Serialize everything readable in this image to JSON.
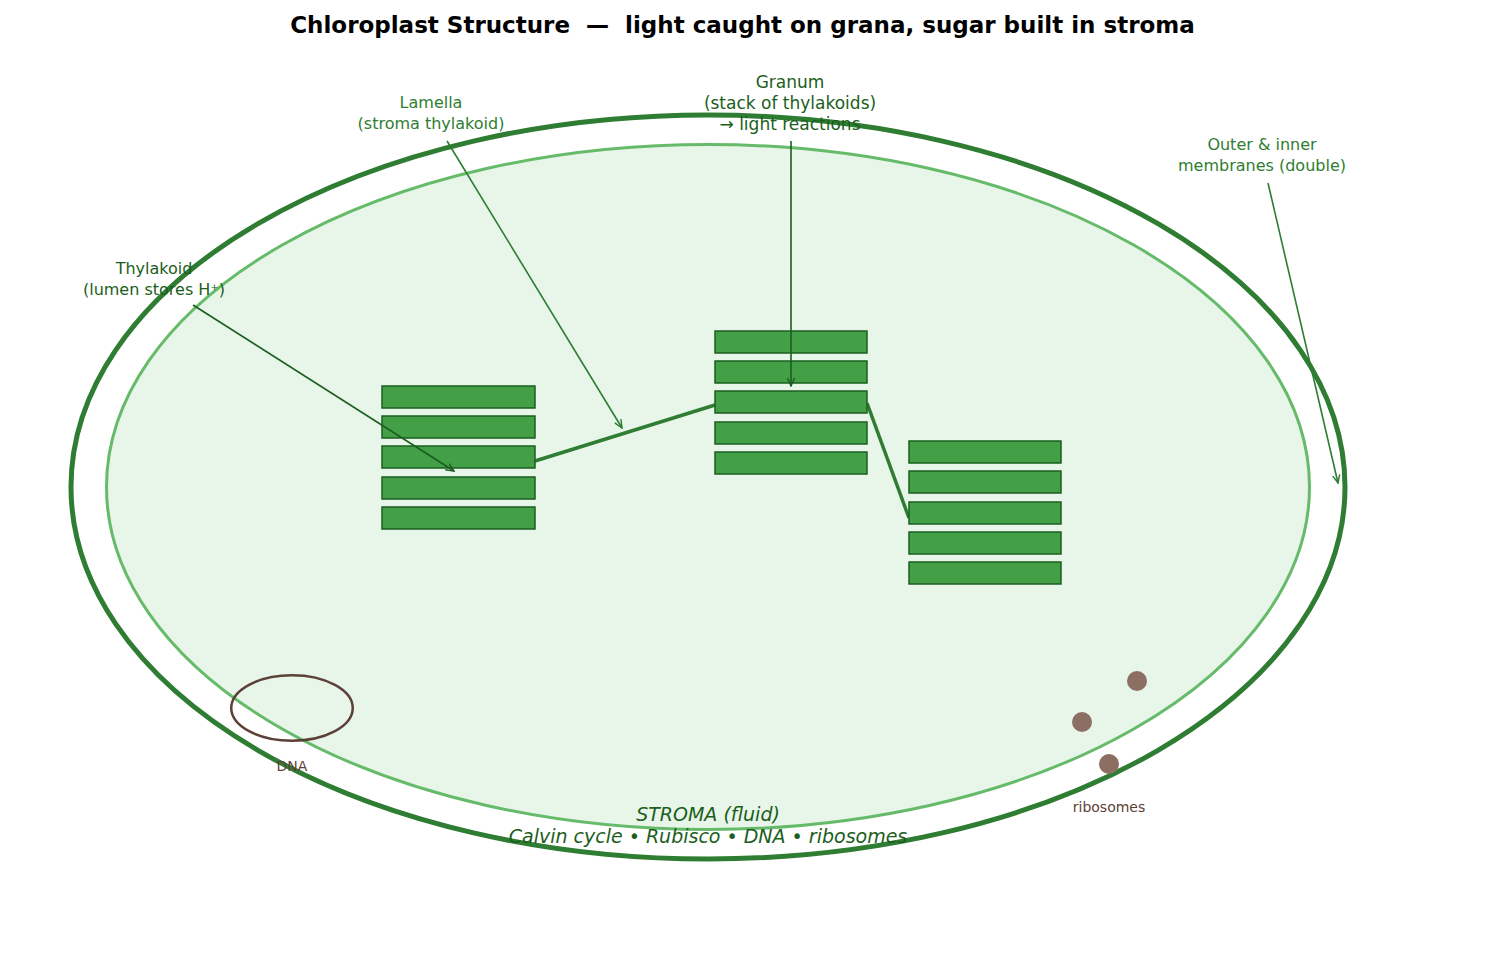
{
  "diagram": {
    "title": "Chloroplast Structure  —  light caught on grana, sugar built in stroma",
    "nodes": [
      {
        "text": [
          "STROMA (fluid)",
          "Calvin cycle • Rubisco • DNA • ribosomes"
        ]
      },
      {
        "text": [
          "DNA"
        ],
        "in": 0
      }
    ],
    "labels": [
      "Lamella (stroma thylakoid)",
      "Granum (stack of thylakoids) → light reactions",
      "Outer & inner membranes (double)",
      "Thylakoid (lumen stores H⁺)",
      "ribosomes"
    ]
  }
}
